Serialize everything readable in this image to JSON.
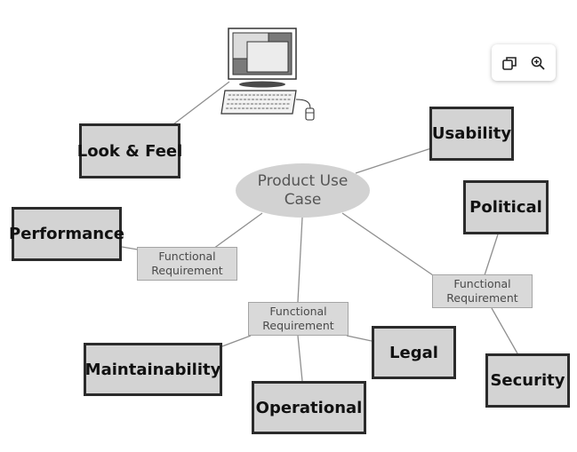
{
  "diagram": {
    "center": {
      "line1": "Product Use",
      "line2": "Case"
    },
    "boxes": {
      "look_feel": "Look & Feel",
      "usability": "Usability",
      "political": "Political",
      "performance": "Performance",
      "maintainability": "Maintainability",
      "operational": "Operational",
      "legal": "Legal",
      "security": "Security"
    },
    "requirements": {
      "left": {
        "line1": "Functional",
        "line2": "Requirement"
      },
      "middle": {
        "line1": "Functional",
        "line2": "Requirement"
      },
      "right": {
        "line1": "Functional",
        "line2": "Requirement"
      }
    }
  },
  "toolbar": {
    "icons": [
      "open-in-new-window-icon",
      "zoom-in-icon"
    ]
  },
  "colors": {
    "box_fill": "#d3d3d3",
    "box_border": "#2b2b2b",
    "connector": "#8f8f8f",
    "ellipse_fill": "#d2d2d2"
  }
}
